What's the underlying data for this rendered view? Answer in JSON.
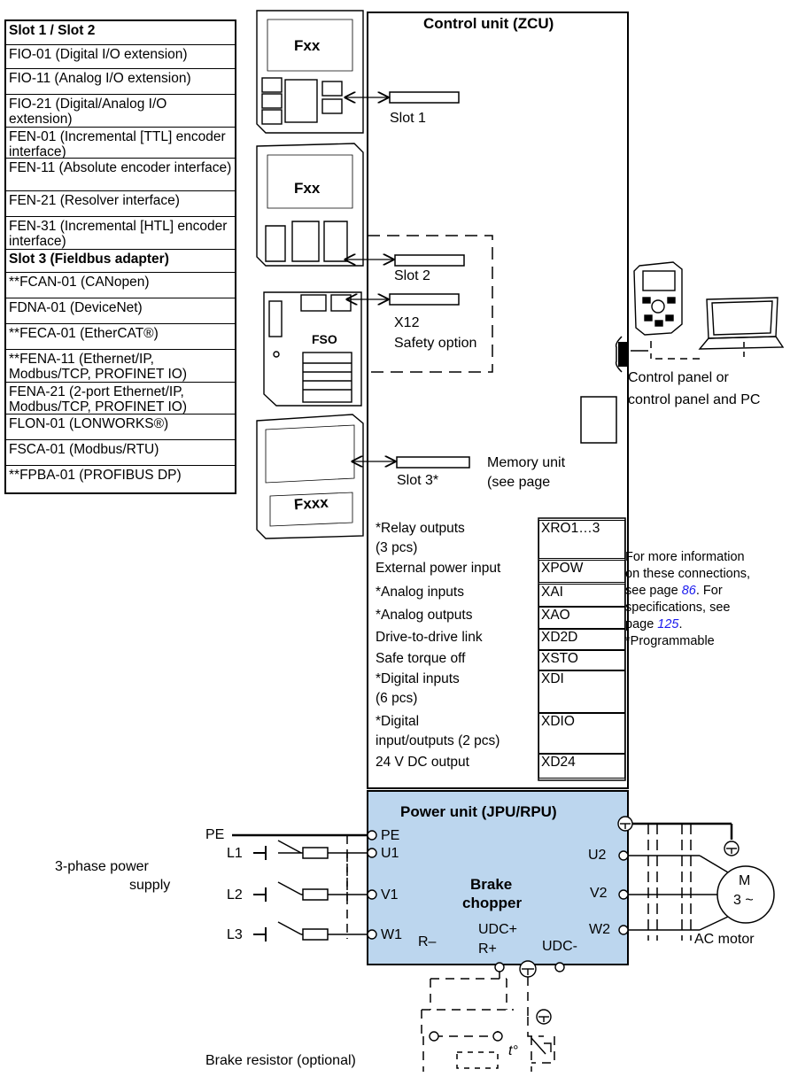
{
  "slot_table": {
    "rows": [
      {
        "text": "Slot 1 / Slot 2",
        "bold": true
      },
      {
        "text": "FIO-01 (Digital I/O extension)",
        "bold": false
      },
      {
        "text": "FIO-11 (Analog I/O extension)",
        "bold": false
      },
      {
        "text": "FIO-21 (Digital/Analog I/O extension)",
        "bold": false
      },
      {
        "text": "FEN-01 (Incremental [TTL] encoder interface)",
        "bold": false
      },
      {
        "text": "FEN-11 (Absolute encoder interface)",
        "bold": false
      },
      {
        "text": "FEN-21 (Resolver interface)",
        "bold": false
      },
      {
        "text": "FEN-31 (Incremental [HTL] encoder interface)",
        "bold": false
      },
      {
        "text": "Slot 3 (Fieldbus adapter)",
        "bold": true
      },
      {
        "text": "**FCAN-01 (CANopen)",
        "bold": false
      },
      {
        "text": "FDNA-01 (DeviceNet)",
        "bold": false
      },
      {
        "text": "**FECA-01 (EtherCAT®)",
        "bold": false
      },
      {
        "text": "**FENA-11 (Ethernet/IP, Modbus/TCP, PROFINET IO)",
        "bold": false
      },
      {
        "text": "FENA-21 (2-port Ethernet/IP, Modbus/TCP, PROFINET IO)",
        "bold": false
      },
      {
        "text": "FLON-01 (LONWORKS®)",
        "bold": false
      },
      {
        "text": "FSCA-01 (Modbus/RTU)",
        "bold": false
      },
      {
        "text": "**FPBA-01 (PROFIBUS DP)",
        "bold": false
      }
    ]
  },
  "modules": {
    "fxx_1": "Fxx",
    "fxx_2": "Fxx",
    "fso": "FSO",
    "fxxx": "Fxxx"
  },
  "control_unit": {
    "title": "Control unit (ZCU)",
    "slot1": "Slot 1",
    "slot2": "Slot 2",
    "x12": "X12",
    "safety_option": "Safety option",
    "slot3": "Slot 3*",
    "memory_unit_1": "Memory unit",
    "memory_unit_2": "(see page"
  },
  "panel": {
    "label_1": "Control panel or",
    "label_2": "control panel and PC"
  },
  "io": {
    "rows": [
      {
        "label": "*Relay outputs",
        "label2": "(3 pcs)",
        "term": "XRO1…3"
      },
      {
        "label": "External power input",
        "term": "XPOW"
      },
      {
        "label": "*Analog inputs",
        "term": "XAI"
      },
      {
        "label": "*Analog outputs",
        "term": "XAO"
      },
      {
        "label": "Drive-to-drive link",
        "term": "XD2D"
      },
      {
        "label": "Safe torque off",
        "term": "XSTO"
      },
      {
        "label": "*Digital inputs",
        "label2": "(6 pcs)",
        "term": "XDI"
      },
      {
        "label": "*Digital",
        "label2": "input/outputs (2 pcs)",
        "term": "XDIO"
      },
      {
        "label": "24 V DC output",
        "term": "XD24"
      }
    ]
  },
  "info_note": {
    "l1": "For more information",
    "l2": "on these connections,",
    "l3_pre": "see page ",
    "l3_link": "86",
    "l3_post": ". For",
    "l4": "specifications, see",
    "l5_pre": "page ",
    "l5_link": "125",
    "l5_post": ".",
    "l6": "*Programmable"
  },
  "power_unit": {
    "title": "Power unit (JPU/RPU)",
    "pe": "PE",
    "u1": "U1",
    "v1": "V1",
    "w1": "W1",
    "u2": "U2",
    "v2": "V2",
    "w2": "W2",
    "brake_chopper_1": "Brake",
    "brake_chopper_2": "chopper",
    "udc_plus": "UDC+",
    "udc_minus": "UDC-",
    "r_minus": "R–",
    "r_plus": "R+"
  },
  "supply": {
    "pe": "PE",
    "l1": "L1",
    "l2": "L2",
    "l3": "L3",
    "label_1": "3-phase power",
    "label_2": "supply"
  },
  "motor": {
    "m": "M",
    "phase": "3 ~",
    "label": "AC motor"
  },
  "brake_resistor": {
    "label": "Brake resistor (optional)",
    "temp": "t°"
  },
  "colors": {
    "power_fill": "#bcd6ee",
    "link": "#1a1aee"
  }
}
